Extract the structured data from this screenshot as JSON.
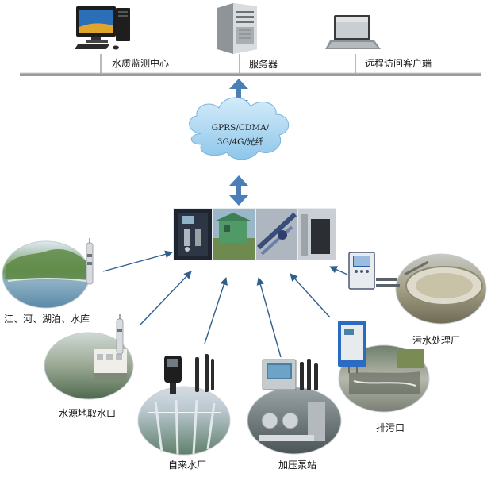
{
  "top_nodes": {
    "monitoring_center": "水质监测中心",
    "server": "服务器",
    "remote_client": "远程访问客户端"
  },
  "network": {
    "line1": "GPRS/CDMA/",
    "line2": "3G/4G/光纤"
  },
  "sources": {
    "rivers_lakes": "江、河、湖泊、水库",
    "water_intake": "水源地取水口",
    "waterworks": "自来水厂",
    "pump_station": "加压泵站",
    "sewage_outlet": "排污口",
    "sewage_plant": "污水处理厂"
  },
  "colors": {
    "arrow": "#2f5f8a",
    "double_arrow": "#4a7fb8",
    "bus_line": "#9a9a9a",
    "cloud": "#b3dcf3"
  }
}
